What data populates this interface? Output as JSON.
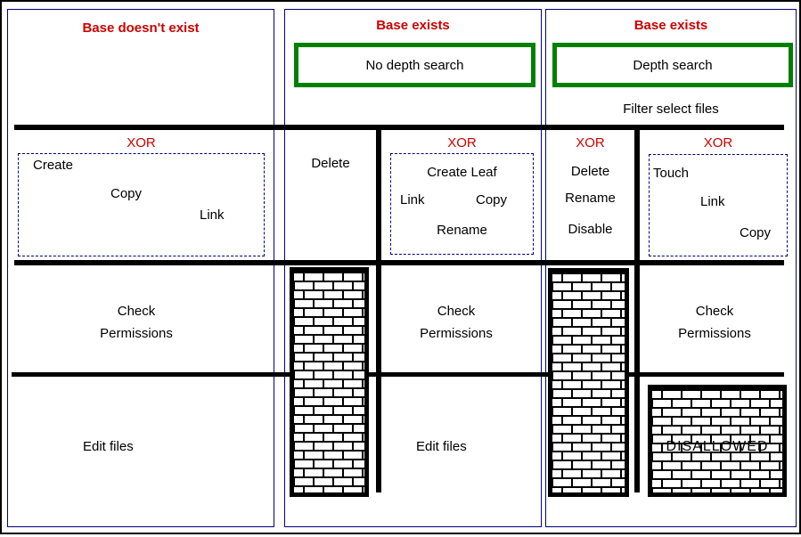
{
  "colors": {
    "heading_red": "#cc0000",
    "box_navy": "#000080",
    "mode_green": "#008000",
    "line_black": "#000000"
  },
  "columns": {
    "c1": {
      "title": "Base doesn't exist",
      "xor": "XOR",
      "ops": {
        "create": "Create",
        "copy": "Copy",
        "link": "Link"
      },
      "check": {
        "line1": "Check",
        "line2": "Permissions"
      },
      "edit": "Edit files"
    },
    "c2": {
      "title": "Base exists",
      "mode": "No depth search",
      "delete_label": "Delete",
      "xor": "XOR",
      "ops": {
        "create_leaf": "Create Leaf",
        "link": "Link",
        "copy": "Copy",
        "rename": "Rename"
      },
      "check": {
        "line1": "Check",
        "line2": "Permissions"
      },
      "edit": "Edit files"
    },
    "c3": {
      "title": "Base exists",
      "mode": "Depth search",
      "note": "Filter select files",
      "left": {
        "xor": "XOR",
        "items": [
          "Delete",
          "Rename",
          "Disable"
        ]
      },
      "right": {
        "xor": "XOR",
        "ops": {
          "touch": "Touch",
          "link": "Link",
          "copy": "Copy"
        }
      },
      "check": {
        "line1": "Check",
        "line2": "Permissions"
      },
      "disallowed": "DISALLOWED"
    }
  }
}
